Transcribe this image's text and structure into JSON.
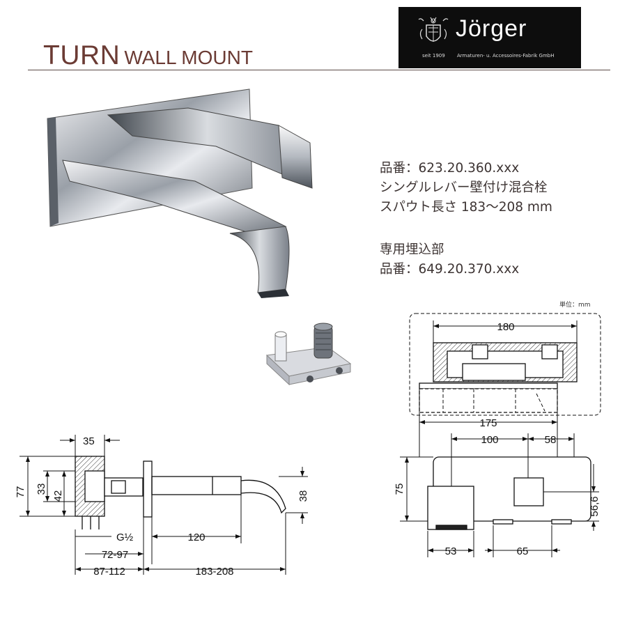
{
  "header": {
    "title_main": "TURN",
    "title_sub": "WALL MOUNT"
  },
  "logo": {
    "name": "Jörger",
    "since": "seit 1909",
    "tagline": "Armaturen- u. Accessoires-Fabrik GmbH"
  },
  "specs": {
    "line1": "品番：623.20.360.xxx",
    "line2": "シングルレバー壁付け混合栓",
    "line3": "スパウト長さ 183〜208 mm",
    "line4": "専用埋込部",
    "line5": "品番：649.20.370.xxx"
  },
  "drawing": {
    "unit_note": "単位：mm",
    "side": {
      "d35": "35",
      "d77": "77",
      "d33": "33",
      "d42": "42",
      "d38": "38",
      "g_half": "G½",
      "d120": "120",
      "d72_97": "72-97",
      "d87_112": "87-112",
      "d183_208": "183-208"
    },
    "front": {
      "d180": "180",
      "d175": "175",
      "d100": "100",
      "d58": "58",
      "d75": "75",
      "d56_6": "56,6",
      "d53": "53",
      "d65": "65"
    }
  },
  "colors": {
    "title": "#6b3b34",
    "text": "#3d3433",
    "logo_bg": "#0d0d0d"
  }
}
